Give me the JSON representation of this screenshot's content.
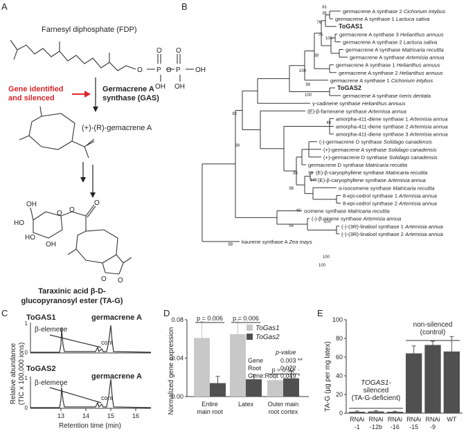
{
  "panel_a": {
    "letter": "A",
    "fdp": "Farnesyl diphosphate (FDP)",
    "gene_note_1": "Gene identified",
    "gene_note_2": "and silenced",
    "enzyme_1": "Germacrene A",
    "enzyme_2": "synthase (GAS)",
    "intermediate": "(+)-(R)-gemacrene A",
    "product_1": "Taraxinic acid β-D-",
    "product_2": "glucopyranosyl ester (TA-G)",
    "atoms": {
      "o": "O",
      "p": "P",
      "oh": "OH",
      "ho": "HO"
    },
    "accent_color": "#d9262b"
  },
  "panel_b": {
    "letter": "B",
    "leaves": [
      {
        "name": "germacrene A synthase 2 ",
        "species": "Cichorium intybus",
        "bold": false
      },
      {
        "name": "germacrene A synthase 1 ",
        "species": "Lactuca sativa",
        "bold": false
      },
      {
        "name": "ToGAS1",
        "species": "",
        "bold": true
      },
      {
        "name": "germacrene A synthase 3 ",
        "species": "Helianthus annuus",
        "bold": false
      },
      {
        "name": "germacrene A synthase 2 ",
        "species": "Lactuca sativa",
        "bold": false
      },
      {
        "name": "germacrene A synthase ",
        "species": "Matricaria recutita",
        "bold": false
      },
      {
        "name": "germacrene A synthase ",
        "species": "Artemisia annua",
        "bold": false
      },
      {
        "name": "germacrene A synthase 1 ",
        "species": "Helianthus annuus",
        "bold": false
      },
      {
        "name": "germacrene A synthase 2 ",
        "species": "Helianthus annuus",
        "bold": false
      },
      {
        "name": "germacrene A synthase 1 ",
        "species": "Cichorium intybus",
        "bold": false
      },
      {
        "name": "ToGAS2",
        "species": "",
        "bold": true
      },
      {
        "name": "germacrene A synthase ",
        "species": "Ixeris dentata",
        "bold": false
      },
      {
        "name": "γ-cadinene synthase ",
        "species": "Helianthus annuus",
        "bold": false
      },
      {
        "name": "(E)-β-farnesene synthase ",
        "species": "Artemisia annua",
        "bold": false
      },
      {
        "name": "amorpha-411-diene synthase 1 ",
        "species": "Artemisia annua",
        "bold": false
      },
      {
        "name": "amorpha-411-diene synthase 2 ",
        "species": "Artemisia annua",
        "bold": false
      },
      {
        "name": "amorpha-411-diene synthase 3 ",
        "species": "Artemisia annua",
        "bold": false
      },
      {
        "name": "(-)-germacrene D synthase ",
        "species": "Solidago canadensis",
        "bold": false
      },
      {
        "name": "(+)-germacrene A synthase ",
        "species": "Solidago canadensis",
        "bold": false
      },
      {
        "name": "(+)-germacrene D synthase ",
        "species": "Solidago canadensis",
        "bold": false
      },
      {
        "name": "germacrene D synthase ",
        "species": "Matricaria recutita",
        "bold": false
      },
      {
        "name": "(E)-β-caryophyllene synthase ",
        "species": "Matricaria recutita",
        "bold": false
      },
      {
        "name": "(E)-β-caryophyllene synthase ",
        "species": "Artemisia annua",
        "bold": false
      },
      {
        "name": "α-isocomene synthase ",
        "species": "Matricaria recutita",
        "bold": false
      },
      {
        "name": "8-epi-cedrol synthase 1 ",
        "species": "Artemisia annua",
        "bold": false
      },
      {
        "name": "8-epi-cedrol synthase 2 ",
        "species": "Artemisia annua",
        "bold": false
      },
      {
        "name": "ocimene synthase ",
        "species": "Matricaria recutita",
        "bold": false
      },
      {
        "name": "(-)-β-pinene synthase ",
        "species": "Artemisia annua",
        "bold": false
      },
      {
        "name": "(-)-(3R)-linalool synthase 1 ",
        "species": "Artemisia annua",
        "bold": false
      },
      {
        "name": "(-)-(3R)-linalool synthase 2 ",
        "species": "Artemisia annua",
        "bold": false
      },
      {
        "name": "kaurene synthase A ",
        "species": "Zea mays",
        "bold": false
      }
    ],
    "bootstrap": [
      "61",
      "95",
      "76",
      "75",
      "100",
      "99",
      "100",
      "99",
      "100",
      "82",
      "48",
      "99",
      "53",
      "100",
      "85",
      "98",
      "49",
      "100",
      "55",
      "100",
      "99",
      "100"
    ]
  },
  "panel_c": {
    "letter": "C",
    "ylabel_1": "Relative abundance",
    "ylabel_2": "(TIC x 100,000 ions)",
    "xlabel": "Retention time (min)",
    "trace_1": {
      "name": "ToGAS1",
      "peak_label": "germacrene A"
    },
    "trace_2": {
      "name": "ToGAS2",
      "peak_label": "germacrene A"
    },
    "elemene_label": "β-elemene",
    "cont_label": "cont",
    "x_ticks": [
      "13",
      "14",
      "15",
      "16"
    ],
    "y_ticks_top": [
      "1",
      "0"
    ],
    "y_ticks_bottom": [
      "1",
      "0"
    ]
  },
  "panel_d": {
    "letter": "D",
    "chart_data": {
      "type": "bar",
      "ylabel": "Normalized gene expression",
      "categories": [
        "Entire main root",
        "Latex",
        "Outer main root cortex"
      ],
      "category_lines": [
        [
          "Entire",
          "main root"
        ],
        [
          "Latex"
        ],
        [
          "Outer main",
          "root cortex"
        ]
      ],
      "series": [
        {
          "name": "ToGas1",
          "values": [
            0.061,
            0.065,
            0.017
          ],
          "errors": [
            0.017,
            0.015,
            0.003
          ],
          "color": "#c8c8c8"
        },
        {
          "name": "ToGas2",
          "values": [
            0.014,
            0.018,
            0.019
          ],
          "errors": [
            0.007,
            0.005,
            0.008
          ],
          "color": "#505050"
        }
      ],
      "ylim": [
        0,
        0.08
      ],
      "yticks": [
        "0.00",
        "0.04",
        "0.08"
      ],
      "annotations": [
        "p = 0.006",
        "p = 0.006",
        "p = 0.92"
      ],
      "stats": {
        "header": "p-value",
        "rows": [
          {
            "term": "Gene",
            "value": "0.003 **"
          },
          {
            "term": "Root",
            "value": "0.072 ."
          },
          {
            "term": "Gene:Root",
            "value": "0.049 *"
          }
        ]
      }
    }
  },
  "panel_e": {
    "letter": "E",
    "chart_data": {
      "type": "bar",
      "ylabel": "TA-G (µg per mg latex)",
      "categories": [
        "RNAi -1",
        "RNAi -12b",
        "RNAi -16",
        "RNAi -15",
        "RNAi -9",
        "WT"
      ],
      "category_lines": [
        [
          "RNAi",
          "-1"
        ],
        [
          "RNAi",
          "-12b"
        ],
        [
          "RNAi",
          "-16"
        ],
        [
          "RNAi",
          "-15"
        ],
        [
          "RNAi",
          "-9"
        ],
        [
          "WT",
          ""
        ]
      ],
      "values": [
        1.5,
        1.8,
        1.5,
        64,
        73,
        66
      ],
      "errors": [
        0.8,
        0.8,
        0.6,
        8,
        4,
        16
      ],
      "ylim": [
        0,
        100
      ],
      "yticks": [
        "0",
        "20",
        "40",
        "60",
        "80",
        "100"
      ],
      "color": "#505050",
      "group_labels": {
        "silenced": [
          "TOGAS1-",
          "silenced",
          "(TA-G-deficient)"
        ],
        "control": [
          "non-silenced",
          "(control)"
        ]
      }
    }
  }
}
